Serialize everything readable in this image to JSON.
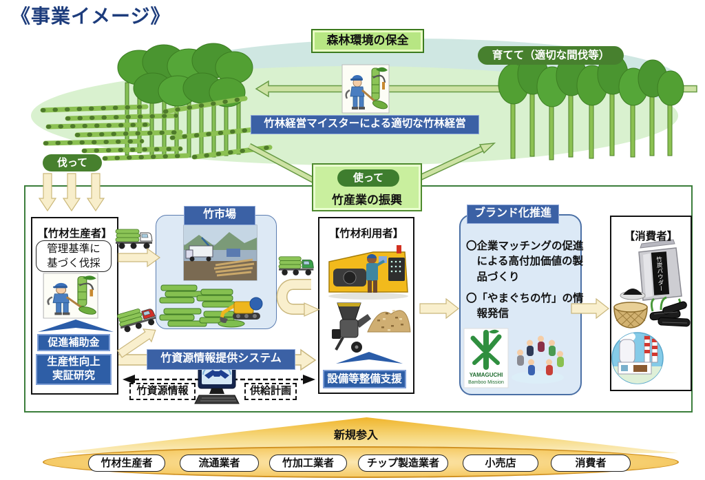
{
  "title": "《事業イメージ》",
  "cycle": {
    "forest_banner": "森林環境の保全",
    "grow_pill": "育てて（適切な間伐等）",
    "meister_banner": "竹林経営マイスターによる適切な竹林経営",
    "cut_pill": "伐って",
    "use_pill": "使って",
    "industry_label": "竹産業の振興"
  },
  "producer": {
    "title": "【竹材生産者】",
    "harvest_rule_lines": [
      "管理基準に",
      "基づく伐採"
    ],
    "subsidy": "促進補助金",
    "research_lines": [
      "生産性向上",
      "実証研究"
    ]
  },
  "market": {
    "title": "竹市場"
  },
  "user": {
    "title": "【竹材利用者】",
    "support": "設備等整備支援"
  },
  "info_system": {
    "title": "竹資源情報提供システム",
    "resource_tag": "竹資源情報",
    "supply_tag": "供給計画"
  },
  "brand": {
    "title": "ブランド化推進",
    "items": [
      "〇企業マッチングの促進による高付加価値の製品づくり",
      "〇「やまぐちの竹」の情報発信"
    ],
    "logo_line1": "YAMAGUCHI",
    "logo_line2": "Bamboo Mission"
  },
  "consumer": {
    "title": "【消費者】",
    "bag_label": "竹炭パウダー"
  },
  "entry": {
    "label": "新規参入",
    "entrants": [
      "竹材生産者",
      "流通業者",
      "竹加工業者",
      "チップ製造業者",
      "小売店",
      "消費者"
    ]
  },
  "colors": {
    "deep_green": "#3e7d2b",
    "panel_navy": "#3b61a5",
    "box_blue": "#2e5ea6",
    "arrow_cream": "#f9efcd",
    "gold": "#f3c55e"
  }
}
